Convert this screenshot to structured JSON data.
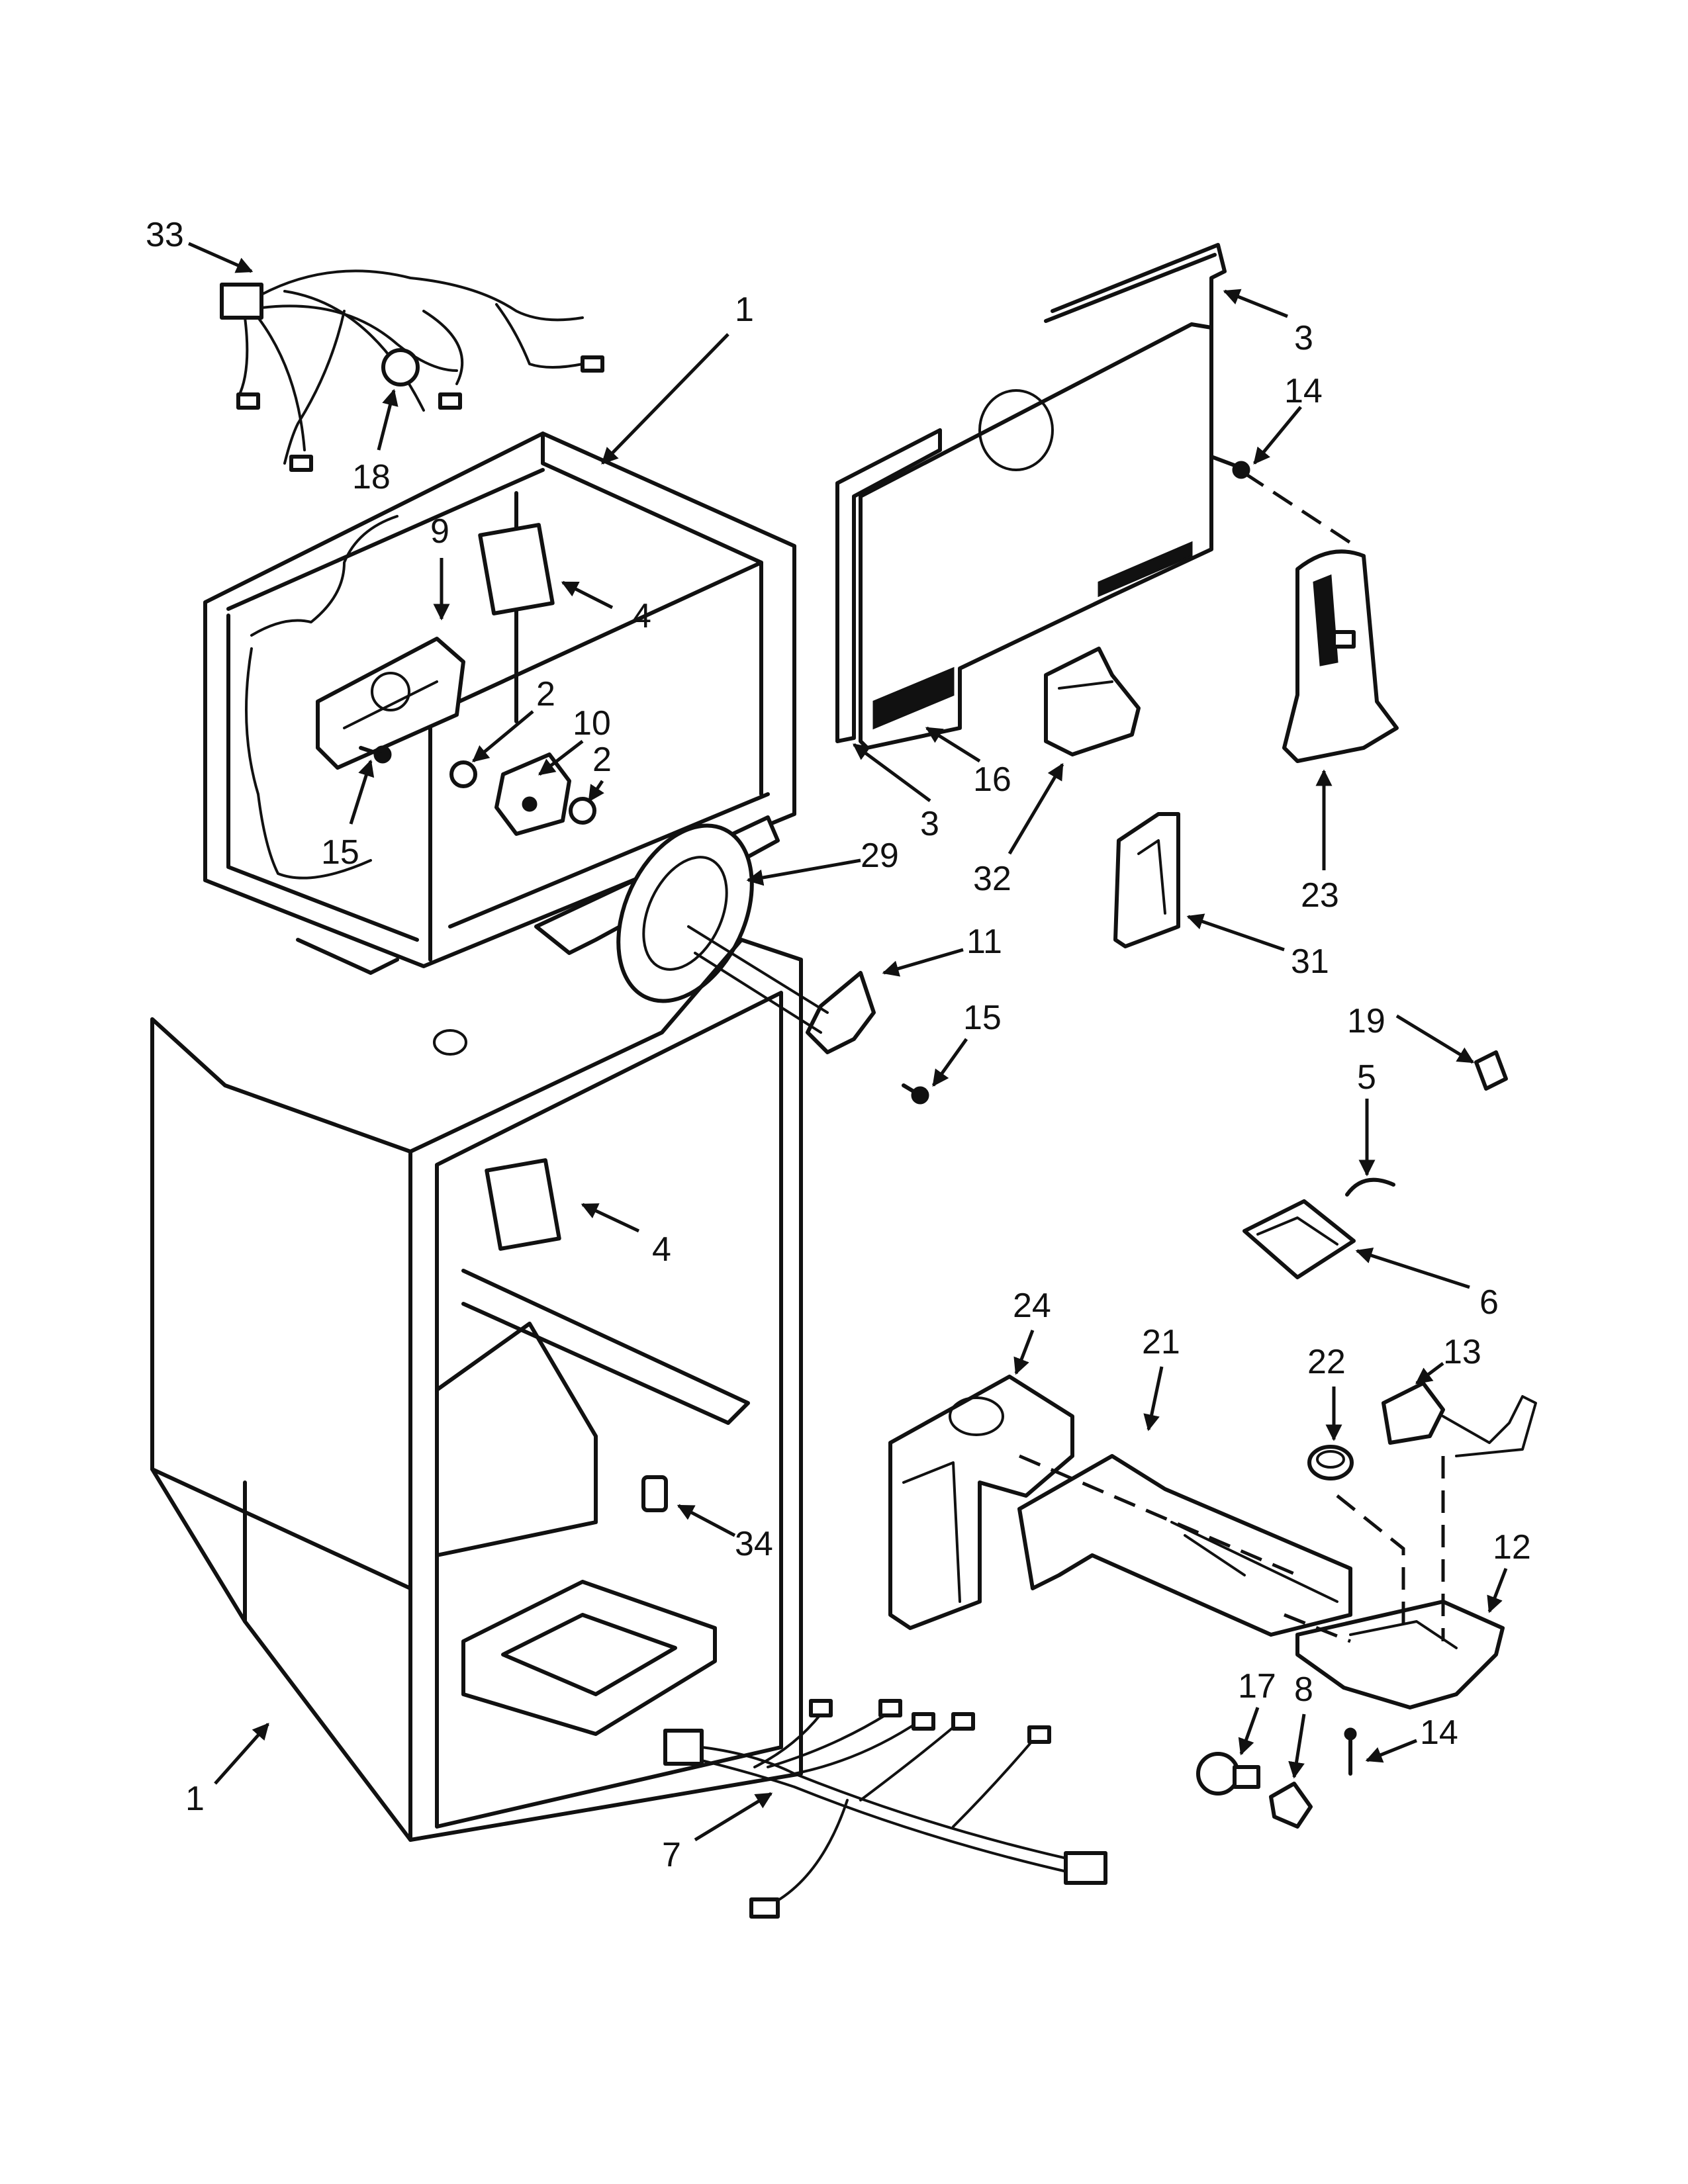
{
  "callouts": [
    {
      "id": "c33a",
      "label": "33"
    },
    {
      "id": "c1a",
      "label": "1"
    },
    {
      "id": "c3a",
      "label": "3"
    },
    {
      "id": "c14a",
      "label": "14"
    },
    {
      "id": "c18",
      "label": "18"
    },
    {
      "id": "c9",
      "label": "9"
    },
    {
      "id": "c4a",
      "label": "4"
    },
    {
      "id": "c2a",
      "label": "2"
    },
    {
      "id": "c10",
      "label": "10"
    },
    {
      "id": "c2b",
      "label": "2"
    },
    {
      "id": "c15a",
      "label": "15"
    },
    {
      "id": "c3b",
      "label": "3"
    },
    {
      "id": "c16",
      "label": "16"
    },
    {
      "id": "c32",
      "label": "32"
    },
    {
      "id": "c23",
      "label": "23"
    },
    {
      "id": "c29",
      "label": "29"
    },
    {
      "id": "c11",
      "label": "11"
    },
    {
      "id": "c31",
      "label": "31"
    },
    {
      "id": "c15b",
      "label": "15"
    },
    {
      "id": "c19",
      "label": "19"
    },
    {
      "id": "c5",
      "label": "5"
    },
    {
      "id": "c4b",
      "label": "4"
    },
    {
      "id": "c6",
      "label": "6"
    },
    {
      "id": "c24",
      "label": "24"
    },
    {
      "id": "c21",
      "label": "21"
    },
    {
      "id": "c22",
      "label": "22"
    },
    {
      "id": "c13",
      "label": "13"
    },
    {
      "id": "c34",
      "label": "34"
    },
    {
      "id": "c12",
      "label": "12"
    },
    {
      "id": "c17",
      "label": "17"
    },
    {
      "id": "c8",
      "label": "8"
    },
    {
      "id": "c14b",
      "label": "14"
    },
    {
      "id": "c1b",
      "label": "1"
    },
    {
      "id": "c7",
      "label": "7"
    }
  ]
}
